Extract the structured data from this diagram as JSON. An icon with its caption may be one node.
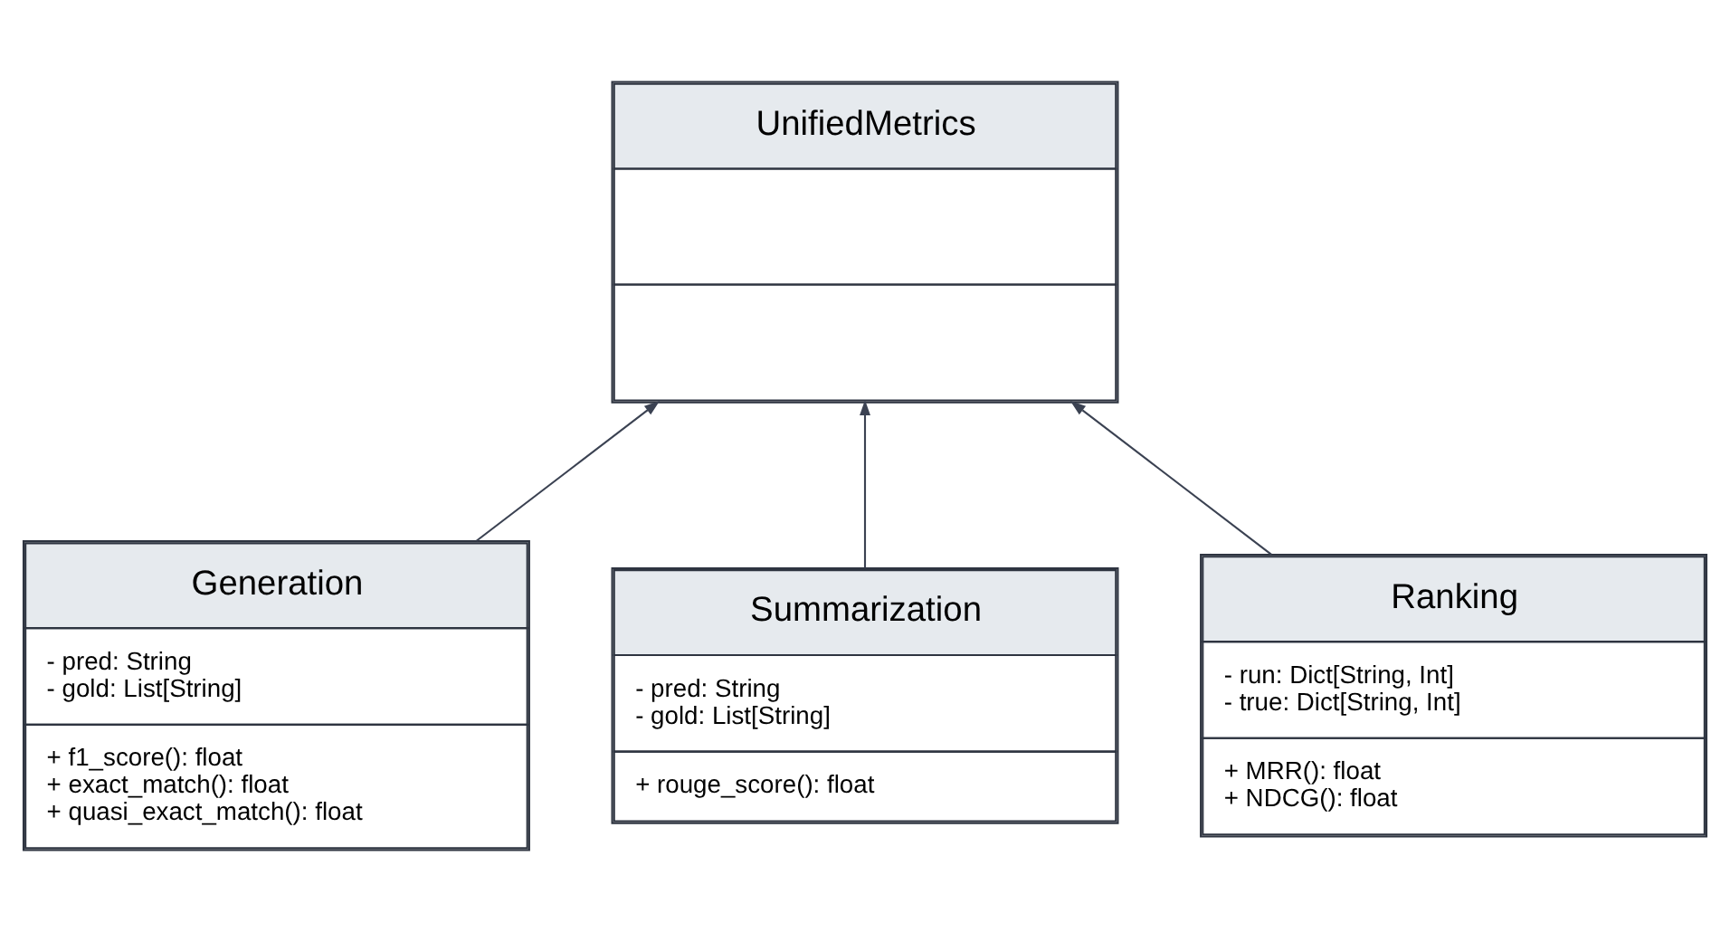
{
  "diagram": {
    "nodes": [
      {
        "text": [
          "UnifiedMetrics"
        ]
      },
      {
        "text": [
          "Generation",
          "- pred: String - gold: List[String]",
          "+ f1_score(): float + exact_match(): float + quasi_exact_match(): float"
        ]
      },
      {
        "text": [
          "Summarization",
          "- pred: String - gold: List[String]",
          "+ rouge_score(): float"
        ]
      },
      {
        "text": [
          "Ranking",
          "- run: Dict[String, Int] - true: Dict[String, Int]",
          "+ MRR(): float + NDCG(): float"
        ]
      }
    ],
    "edges": [
      {
        "from": 1,
        "to": 0,
        "arrow": "to"
      },
      {
        "from": 2,
        "to": 0,
        "arrow": "to"
      },
      {
        "from": 3,
        "to": 0,
        "arrow": "to"
      }
    ]
  }
}
